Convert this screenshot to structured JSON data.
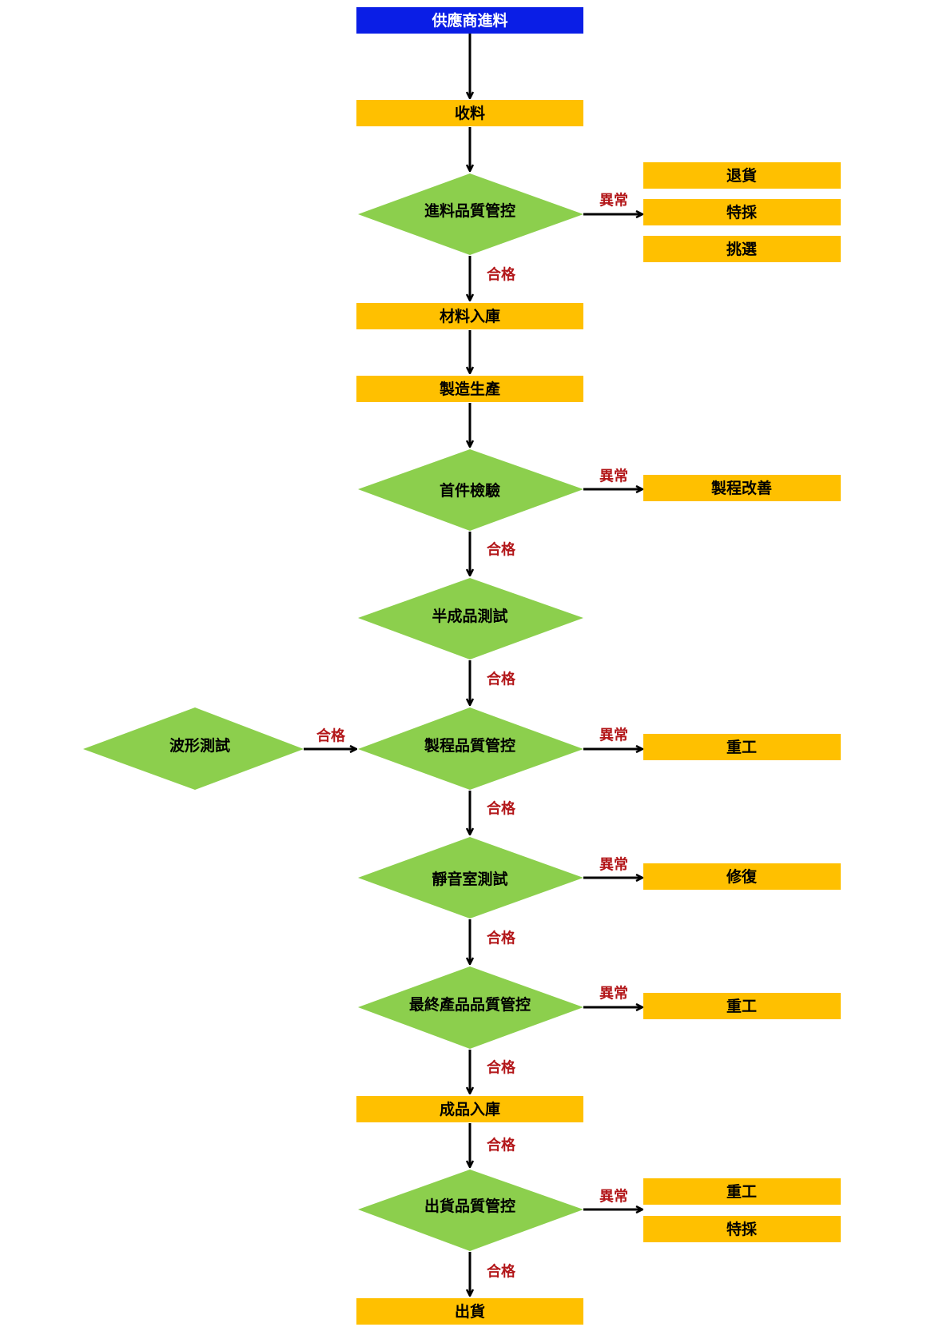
{
  "colors": {
    "start_fill": "#0a1ee6",
    "box_fill": "#ffc000",
    "diamond_fill": "#8ccf4d",
    "label_color": "#b3171a",
    "arrow_color": "#000000"
  },
  "nodes": {
    "supplier_incoming": "供應商進料",
    "receiving": "收料",
    "iqc": "進料品質管控",
    "material_storage": "材料入庫",
    "manufacturing": "製造生產",
    "first_article": "首件檢驗",
    "semi_test": "半成品測試",
    "waveform_test": "波形測試",
    "ipqc": "製程品質管控",
    "silent_room_test": "靜音室測試",
    "fqc": "最終產品品質管控",
    "finished_storage": "成品入庫",
    "oqc": "出貨品質管控",
    "shipping": "出貨"
  },
  "exceptions": {
    "iqc": [
      "退貨",
      "特採",
      "挑選"
    ],
    "first_article": [
      "製程改善"
    ],
    "ipqc": [
      "重工"
    ],
    "silent_room_test": [
      "修復"
    ],
    "fqc": [
      "重工"
    ],
    "oqc": [
      "重工",
      "特採"
    ]
  },
  "edge_labels": {
    "pass": "合格",
    "abnormal": "異常"
  }
}
